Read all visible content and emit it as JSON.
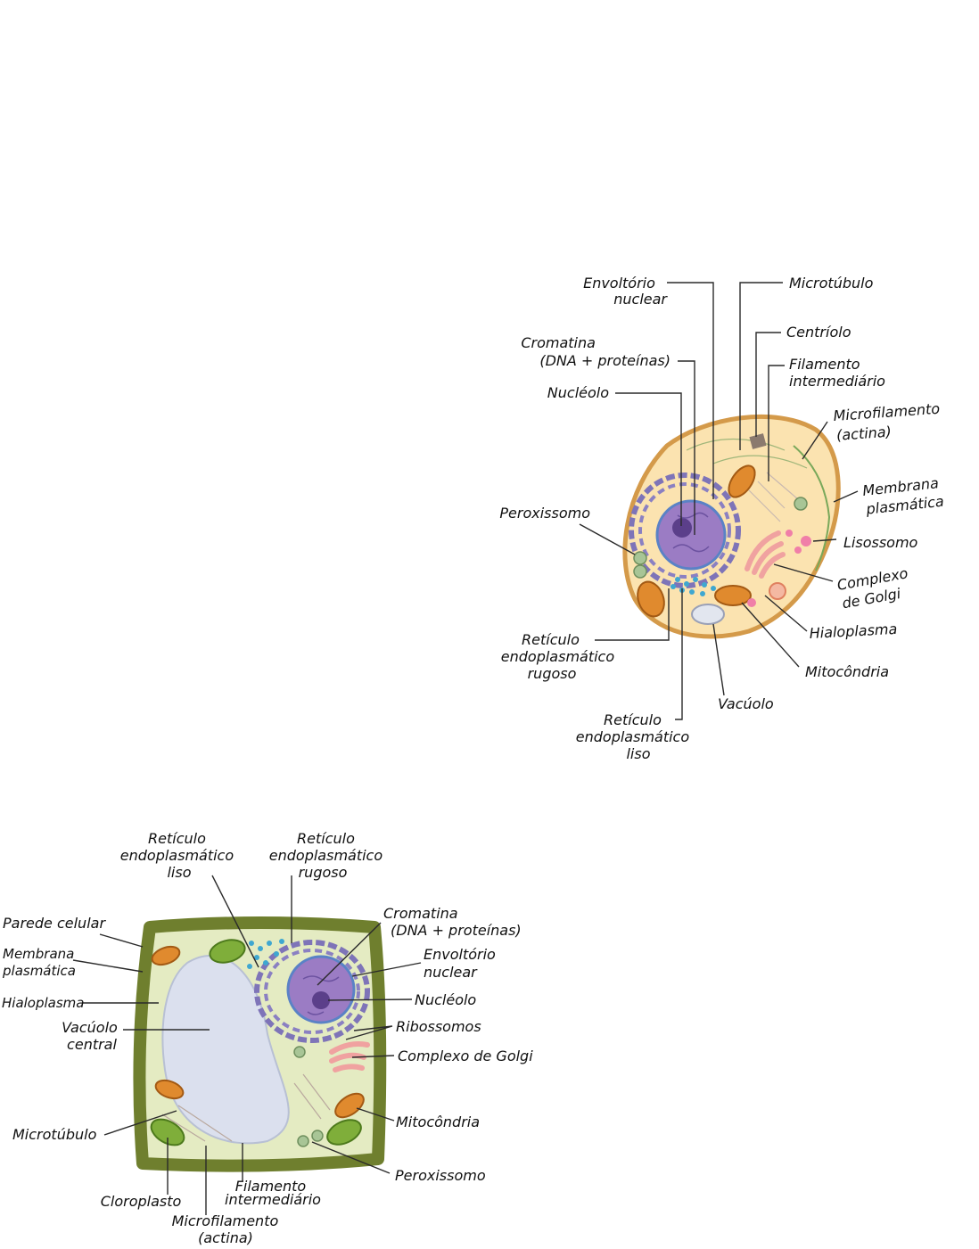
{
  "animal_cell": {
    "labels": {
      "envoltorio": [
        "Envoltório",
        "nuclear"
      ],
      "cromatina": [
        "Cromatina",
        "(DNA + proteínas)"
      ],
      "nucleolo": [
        "Nucléolo"
      ],
      "peroxissomo": [
        "Peroxissomo"
      ],
      "reticulo_rugoso": [
        "Retículo",
        "endoplasmático",
        "rugoso"
      ],
      "reticulo_liso": [
        "Retículo",
        "endoplasmático",
        "liso"
      ],
      "microtubulo": [
        "Microtúbulo"
      ],
      "centriolo": [
        "Centríolo"
      ],
      "filamento": [
        "Filamento",
        "intermediário"
      ],
      "microfilamento": [
        "Microfilamento",
        "(actina)"
      ],
      "membrana": [
        "Membrana",
        "plasmática"
      ],
      "lisossomo": [
        "Lisossomo"
      ],
      "golgi": [
        "Complexo",
        "de Golgi"
      ],
      "hialoplasma": [
        "Hialoplasma"
      ],
      "mitocondria": [
        "Mitocôndria"
      ],
      "vacuolo": [
        "Vacúolo"
      ]
    },
    "colors": {
      "cytoplasm": "#fbe3b0",
      "membrane": "#d49a4a",
      "nucleus": "#9b7cc4",
      "nucleolus": "#5b3f8a",
      "er": "#7e74b8",
      "golgi": "#f0a2a0",
      "mitochondria": "#e08a2e",
      "lysosome": "#f07fa8",
      "peroxisome": "#a8c596",
      "smooth_er": "#3fa7d0"
    }
  },
  "plant_cell": {
    "labels": {
      "reticulo_liso": [
        "Retículo",
        "endoplasmático",
        "liso"
      ],
      "reticulo_rugoso": [
        "Retículo",
        "endoplasmático",
        "rugoso"
      ],
      "parede": [
        "Parede celular"
      ],
      "membrana": [
        "Membrana",
        "plasmática"
      ],
      "hialoplasma": [
        "Hialoplasma"
      ],
      "vacuolo": [
        "Vacúolo",
        "central"
      ],
      "microtubulo": [
        "Microtúbulo"
      ],
      "cromatina": [
        "Cromatina",
        "(DNA + proteínas)"
      ],
      "envoltorio": [
        "Envoltório",
        "nuclear"
      ],
      "nucleolo": [
        "Nucléolo"
      ],
      "ribossomos": [
        "Ribossomos"
      ],
      "golgi": [
        "Complexo de Golgi"
      ],
      "mitocondria": [
        "Mitocôndria"
      ],
      "peroxissomo": [
        "Peroxissomo"
      ],
      "cloroplasto": [
        "Cloroplasto"
      ],
      "filamento": [
        "Filamento",
        "intermediário"
      ],
      "microfilamento": [
        "Microfilamento",
        "(actina)"
      ]
    },
    "colors": {
      "wall": "#6f7f2e",
      "cytoplasm": "#e4ebc2",
      "vacuole": "#dbe0ee",
      "chloroplast": "#7fae3a",
      "nucleus": "#9b7cc4"
    }
  }
}
